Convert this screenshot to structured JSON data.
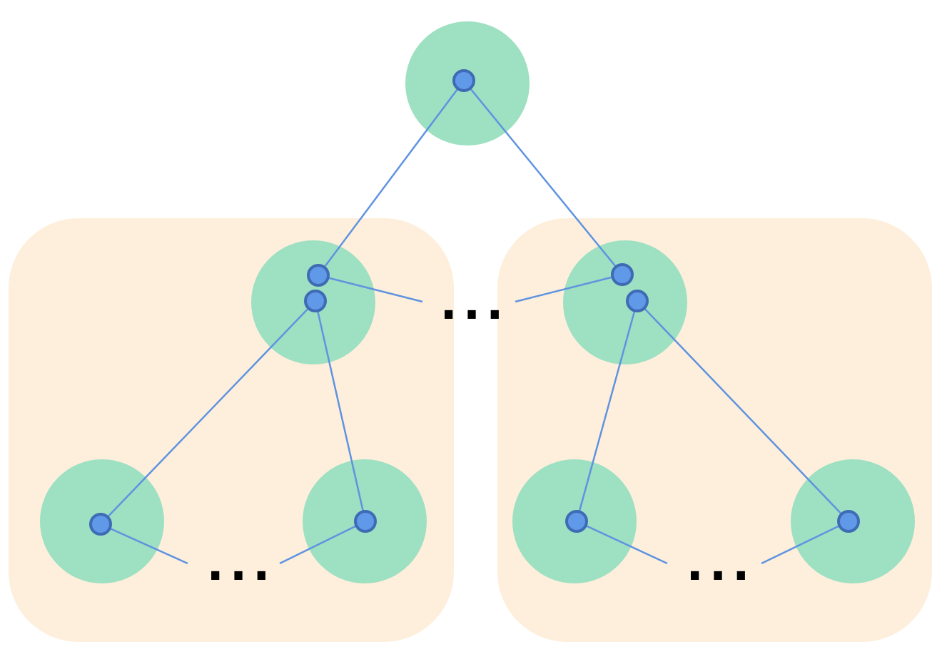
{
  "colors": {
    "background": "#ffffff",
    "group_fill": "#feefdc",
    "cluster_fill": "#9de0c2",
    "node_fill": "#5f99e8",
    "node_stroke": "#3f6bb5",
    "edge": "#5f93e0",
    "ellipsis": "#000000"
  },
  "groups": [
    {
      "name": "left-subtree-group"
    },
    {
      "name": "right-subtree-group"
    }
  ],
  "clusters": [
    {
      "name": "root-cluster"
    },
    {
      "name": "left-mid-cluster"
    },
    {
      "name": "right-mid-cluster"
    },
    {
      "name": "left-bottom-left-cluster"
    },
    {
      "name": "left-bottom-right-cluster"
    },
    {
      "name": "right-bottom-left-cluster"
    },
    {
      "name": "right-bottom-right-cluster"
    }
  ],
  "nodes": [
    {
      "name": "root-node"
    },
    {
      "name": "left-mid-upper-node"
    },
    {
      "name": "left-mid-lower-node"
    },
    {
      "name": "right-mid-upper-node"
    },
    {
      "name": "right-mid-lower-node"
    },
    {
      "name": "left-bottom-left-node"
    },
    {
      "name": "left-bottom-right-node"
    },
    {
      "name": "right-bottom-left-node"
    },
    {
      "name": "right-bottom-right-node"
    }
  ],
  "edges": [
    {
      "from": "root-node",
      "to": "left-mid-upper-node"
    },
    {
      "from": "root-node",
      "to": "right-mid-upper-node"
    },
    {
      "from": "left-mid-lower-node",
      "to": "left-bottom-left-node"
    },
    {
      "from": "left-mid-lower-node",
      "to": "left-bottom-right-node"
    },
    {
      "from": "right-mid-lower-node",
      "to": "right-bottom-left-node"
    },
    {
      "from": "right-mid-lower-node",
      "to": "right-bottom-right-node"
    }
  ],
  "ellipses": [
    {
      "name": "mid-level-ellipsis",
      "text": "...",
      "stubs_from": [
        "left-mid-upper-node",
        "right-mid-upper-node"
      ]
    },
    {
      "name": "left-bottom-ellipsis",
      "text": "...",
      "stubs_from": [
        "left-bottom-left-node",
        "left-bottom-right-node"
      ]
    },
    {
      "name": "right-bottom-ellipsis",
      "text": "...",
      "stubs_from": [
        "right-bottom-left-node",
        "right-bottom-right-node"
      ]
    }
  ]
}
